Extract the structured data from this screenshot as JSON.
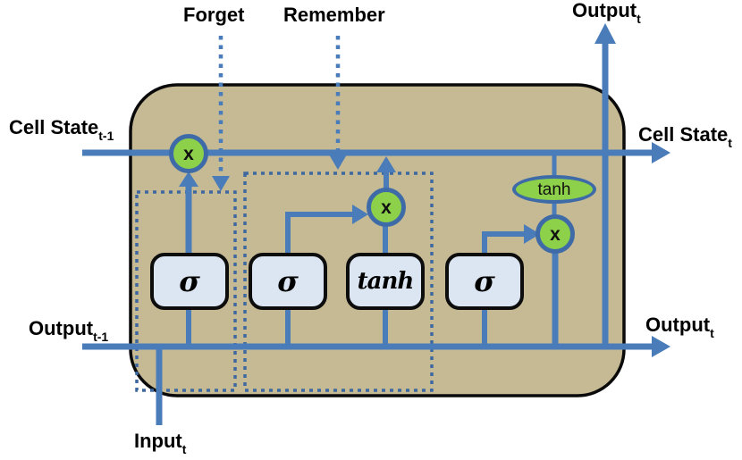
{
  "labels": {
    "forget": "Forget",
    "remember": "Remember",
    "output_top": {
      "base": "Output",
      "sub": "t"
    },
    "cell_state_prev": {
      "base": "Cell State",
      "sub": "t-1"
    },
    "cell_state_next": {
      "base": "Cell State",
      "sub": "t"
    },
    "output_prev": {
      "base": "Output",
      "sub": "t-1"
    },
    "output_next": {
      "base": "Output",
      "sub": "t"
    },
    "input": {
      "base": "Input",
      "sub": "t"
    }
  },
  "nodes": {
    "forget_gate": {
      "label": "σ"
    },
    "input_gate": {
      "label": "σ"
    },
    "candidate_gate": {
      "label": "tanh"
    },
    "output_gate": {
      "label": "σ"
    },
    "forget_multiply": {
      "symbol": "x"
    },
    "remember_multiply": {
      "symbol": "x"
    },
    "output_multiply": {
      "symbol": "x"
    },
    "output_activation": {
      "label": "tanh"
    }
  },
  "colors": {
    "cell_fill": "#c6ba94",
    "cell_border": "#0a0a0a",
    "line_blue": "#4a7cba",
    "dotted_blue": "#3d68a0",
    "node_green": "#8dd04a",
    "node_border_blue": "#3e6ba8",
    "gate_fill": "#dce6f2",
    "gate_border": "#0d0d0d",
    "label_color": "#000000"
  }
}
